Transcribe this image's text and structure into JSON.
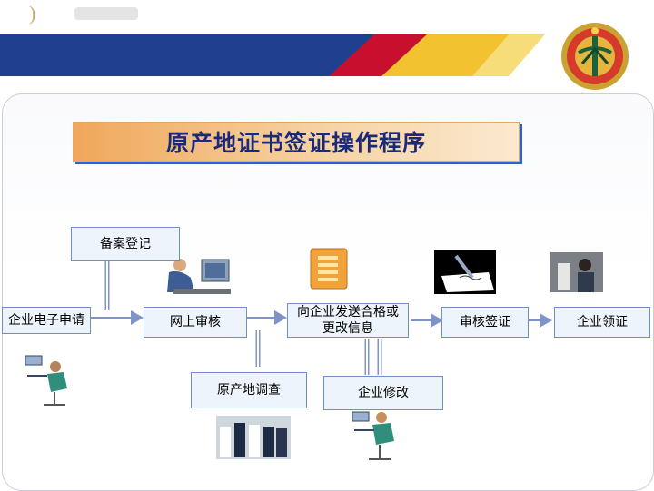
{
  "diagram": {
    "title": "原产地证书签证操作程序",
    "nodes": {
      "record": "备案登记",
      "apply": "企业电子申请",
      "online": "网上审核",
      "survey": "原产地调查",
      "notify": "向企业发送合格或更改信息",
      "revise": "企业修改",
      "sign": "审核签证",
      "collect": "企业领证"
    }
  },
  "colors": {
    "banner_blue": "#1f3f8f",
    "banner_red": "#c8102e",
    "banner_yellow": "#f2c230",
    "title_fill": "#f0a75a",
    "node_border": "#6f8fc6",
    "arrow": "#7f94c4"
  },
  "icons": [
    "emblem-icon",
    "computer-operator-icon",
    "document-list-icon",
    "signing-pen-icon",
    "officer-photo-icon",
    "laptop-user-icon",
    "inspection-team-photo-icon"
  ]
}
